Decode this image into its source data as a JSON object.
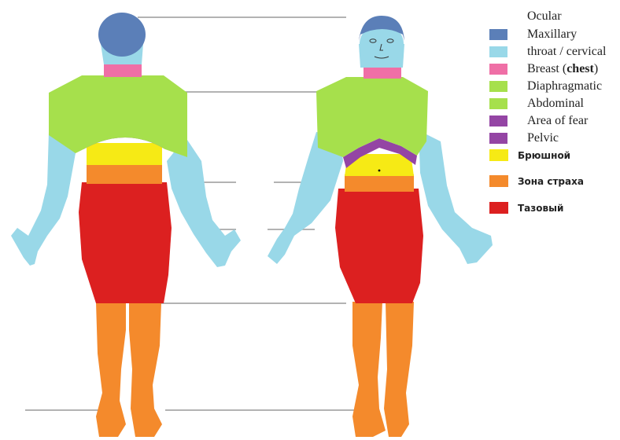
{
  "legend_en": {
    "title": "Ocular",
    "items": [
      {
        "label": "Maxillary",
        "color": "#5b7fb8"
      },
      {
        "label": "throat / cervical",
        "color": "#99d8e8"
      },
      {
        "label_plain": "Breast (",
        "label_bold": "chest",
        "label_end": ")",
        "color": "#ef6fa6"
      },
      {
        "label": "Diaphragmatic",
        "color": "#a6e04c"
      },
      {
        "label": "Abdominal",
        "color": "#a6e04c"
      },
      {
        "label": "Area of fear",
        "color": "#9445a4"
      },
      {
        "label": "Pelvic",
        "color": "#9445a4"
      }
    ]
  },
  "legend_ru": {
    "items": [
      {
        "label": "Брюшной",
        "color": "#f6ea15"
      },
      {
        "label": "Зона страха",
        "color": "#f48a2c"
      },
      {
        "label": "Тазовый",
        "color": "#dc2020"
      }
    ]
  },
  "colors": {
    "ocular": "#5b7fb8",
    "cervical": "#99d8e8",
    "chest": "#ef6fa6",
    "arms": "#99d8e8",
    "torso": "#a6e04c",
    "diaphragm": "#9445a4",
    "abdominal": "#f6ea15",
    "fear": "#f48a2c",
    "pelvic": "#dc2020",
    "legs": "#f48a2c",
    "lines": "#9a9a9a"
  }
}
